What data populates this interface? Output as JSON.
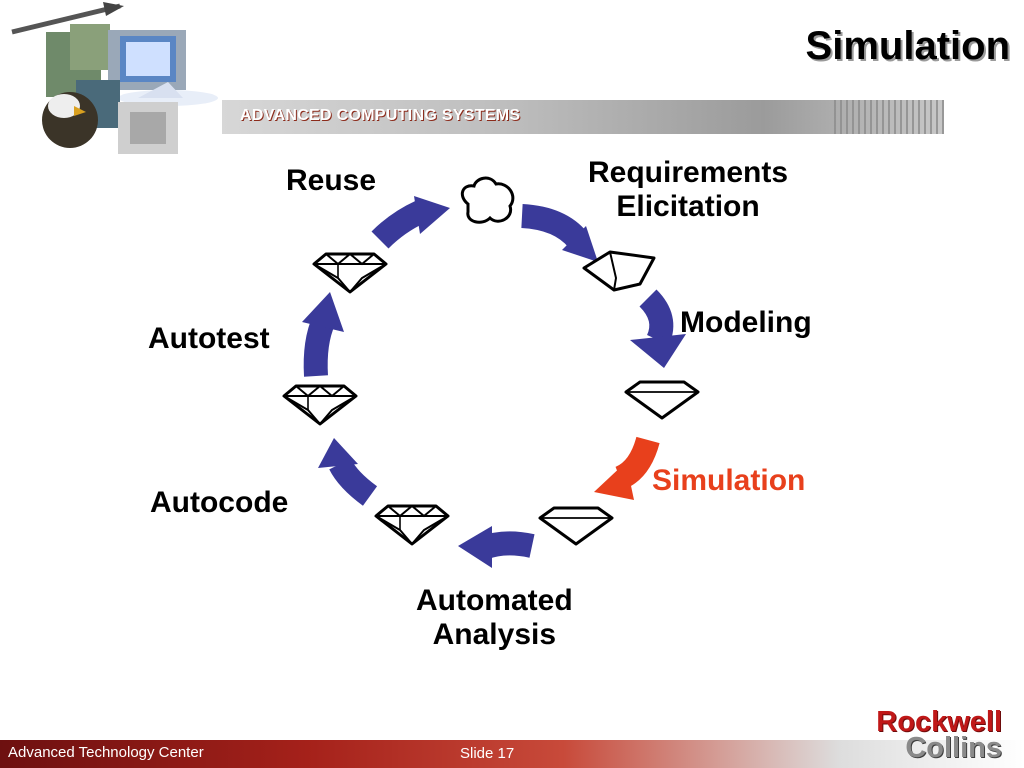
{
  "title": "Simulation",
  "banner_text": "ADVANCED COMPUTING SYSTEMS",
  "cycle_labels": {
    "reuse": "Reuse",
    "requirements_line1": "Requirements",
    "requirements_line2": "Elicitation",
    "modeling": "Modeling",
    "simulation": "Simulation",
    "automated_line1": "Automated",
    "automated_line2": "Analysis",
    "autocode": "Autocode",
    "autotest": "Autotest"
  },
  "colors": {
    "arrow": "#3a3a9a",
    "highlight": "#e8401c"
  },
  "footer": {
    "left": "Advanced Technology Center",
    "slide": "Slide 17"
  },
  "logo": {
    "line1": "Rockwell",
    "line2": "Collins"
  }
}
